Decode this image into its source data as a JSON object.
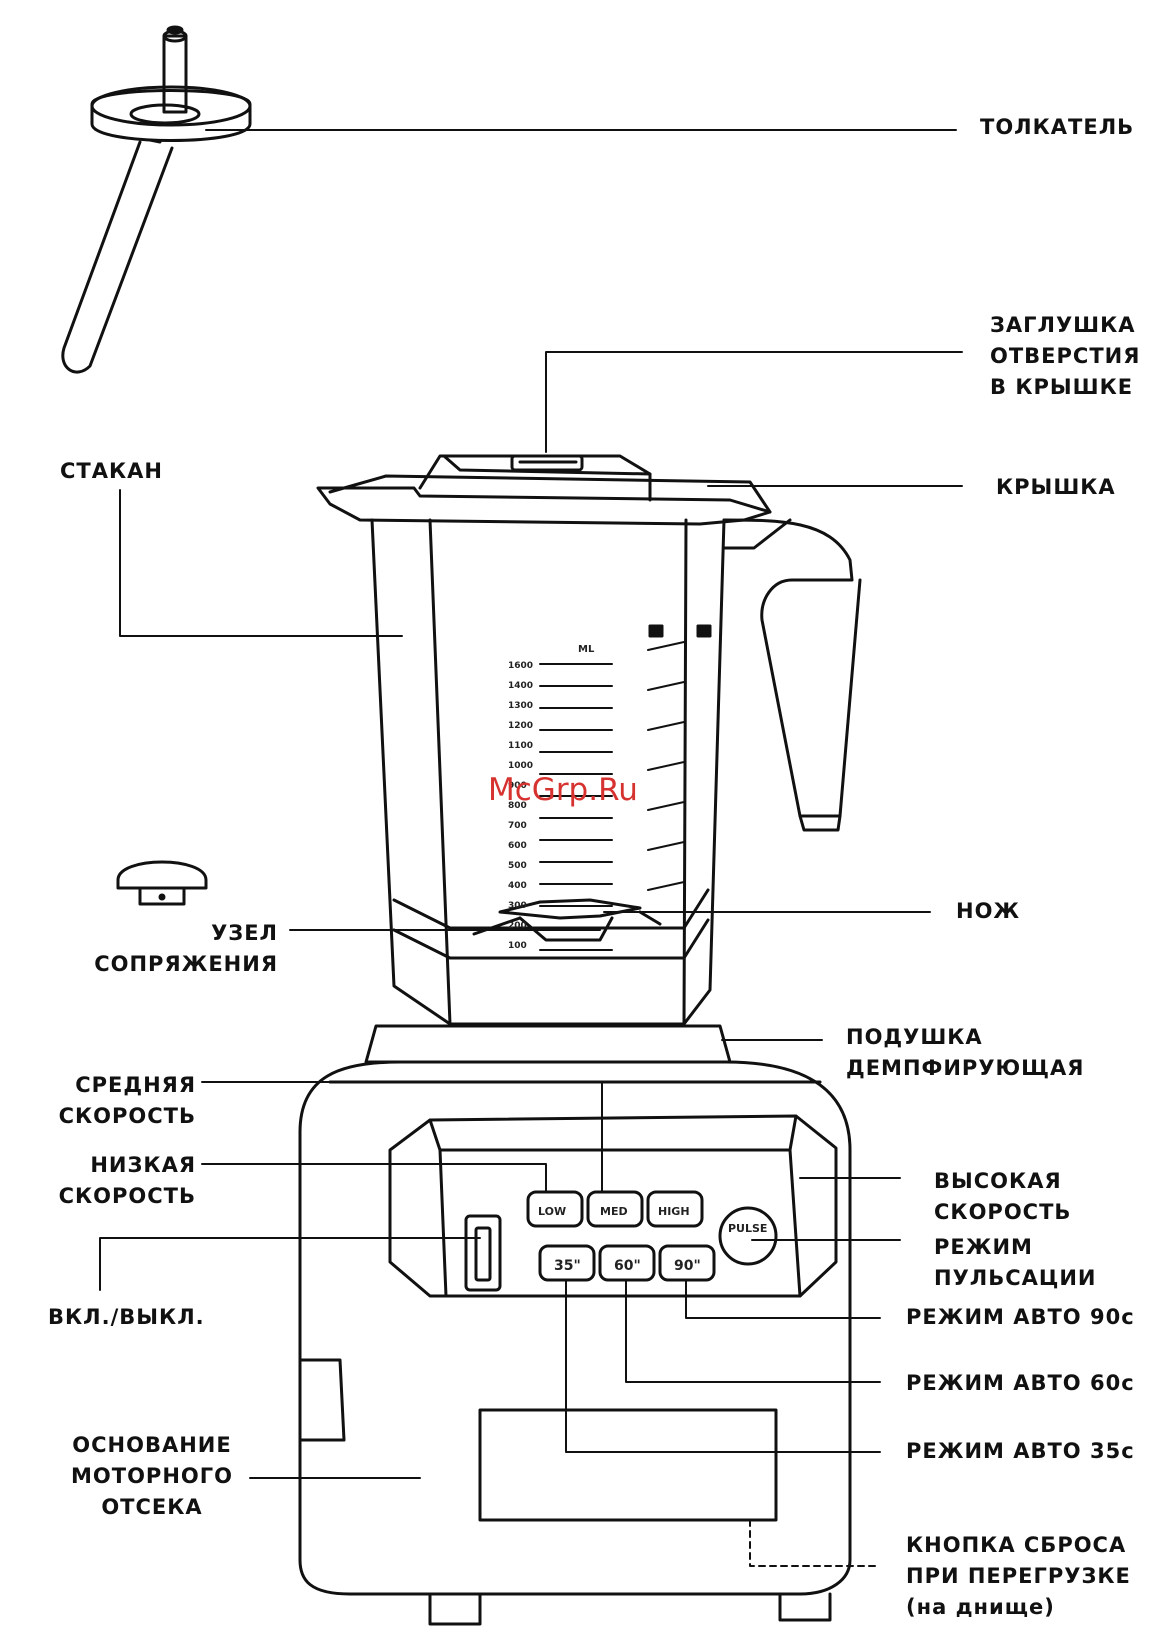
{
  "labels": {
    "pusher": "ТОЛКАТЕЛЬ",
    "lid_plug": [
      "ЗАГЛУШКА",
      "ОТВЕРСТИЯ",
      "В КРЫШКЕ"
    ],
    "jar": "СТАКАН",
    "lid": "КРЫШКА",
    "coupling": [
      "УЗЕЛ",
      "СОПРЯЖЕНИЯ"
    ],
    "blade": "НОЖ",
    "damping_pad": [
      "ПОДУШКА",
      "ДЕМПФИРУЮЩАЯ"
    ],
    "medium_speed": [
      "СРЕДНЯЯ",
      "СКОРОСТЬ"
    ],
    "low_speed": [
      "НИЗКАЯ",
      "СКОРОСТЬ"
    ],
    "high_speed": [
      "ВЫСОКАЯ",
      "СКОРОСТЬ"
    ],
    "pulse_mode": [
      "РЕЖИМ",
      "ПУЛЬСАЦИИ"
    ],
    "power": "ВКЛ./ВЫКЛ.",
    "auto90": "РЕЖИМ АВТО 90с",
    "auto60": "РЕЖИМ АВТО 60с",
    "auto35": "РЕЖИМ АВТО 35с",
    "motor_base": [
      "ОСНОВАНИЕ",
      "МОТОРНОГО",
      "ОТСЕКА"
    ],
    "reset": [
      "КНОПКА СБРОСА",
      "ПРИ ПЕРЕГРУЗКЕ",
      "(на днище)"
    ]
  },
  "panel": {
    "low": "LOW",
    "med": "MED",
    "high": "HIGH",
    "pulse": "PULSE",
    "t35": "35\"",
    "t60": "60\"",
    "t90": "90\"",
    "scale_unit": "ML"
  },
  "scale_marks": [
    "1600",
    "1400",
    "1300",
    "1200",
    "1100",
    "1000",
    "900",
    "800",
    "700",
    "600",
    "500",
    "400",
    "300",
    "200",
    "100"
  ],
  "watermark": "McGrp.Ru"
}
